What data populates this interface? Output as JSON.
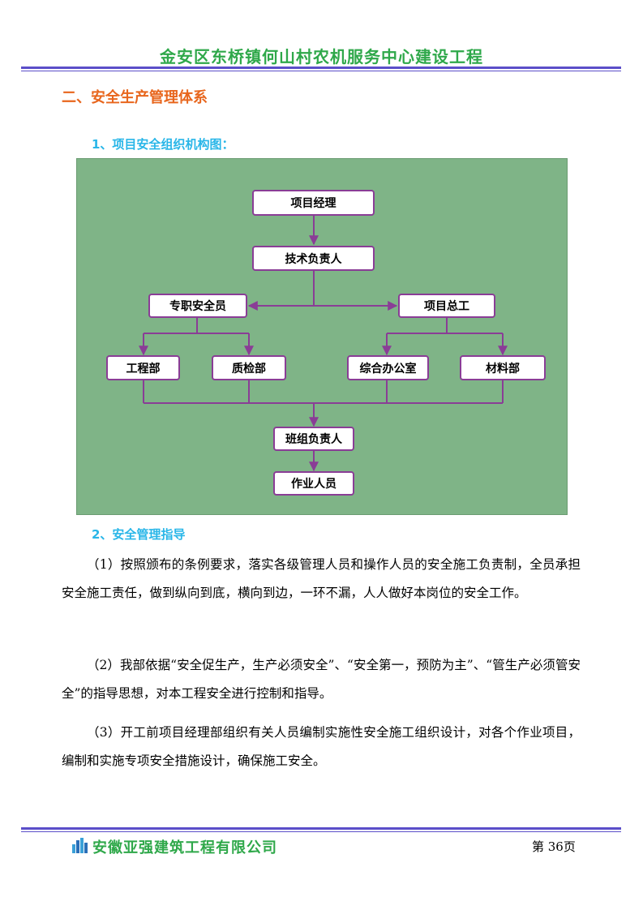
{
  "header": {
    "title": "金安区东桥镇何山村农机服务中心建设工程"
  },
  "section": {
    "heading": "二、安全生产管理体系"
  },
  "sub1": {
    "heading": "1、项目安全组织机构图："
  },
  "org_chart": {
    "nodes": {
      "project_manager": "项目经理",
      "tech_lead": "技术负责人",
      "safety_officer": "专职安全员",
      "chief_engineer": "项目总工",
      "engineering_dept": "工程部",
      "quality_dept": "质检部",
      "general_office": "综合办公室",
      "materials_dept": "材料部",
      "team_lead": "班组负责人",
      "workers": "作业人员"
    },
    "colors": {
      "background": "#7fb487",
      "connector": "#8a3d96"
    }
  },
  "sub2": {
    "heading": "2、安全管理指导"
  },
  "paragraphs": [
    "（1）按照颁布的条例要求，落实各级管理人员和操作人员的安全施工负责制，全员承担安全施工责任，做到纵向到底，横向到边，一环不漏，人人做好本岗位的安全工作。",
    "（2）我部依据“安全促生产，生产必须安全”、“安全第一，预防为主”、“管生产必须管安全”的指导思想，对本工程安全进行控制和指导。",
    "（3）开工前项目经理部组织有关人员编制实施性安全施工组织设计，对各个作业项目，编制和实施专项安全措施设计，确保施工安全。"
  ],
  "footer": {
    "company": "安徽亚强建筑工程有限公司",
    "page": "第 36页"
  }
}
